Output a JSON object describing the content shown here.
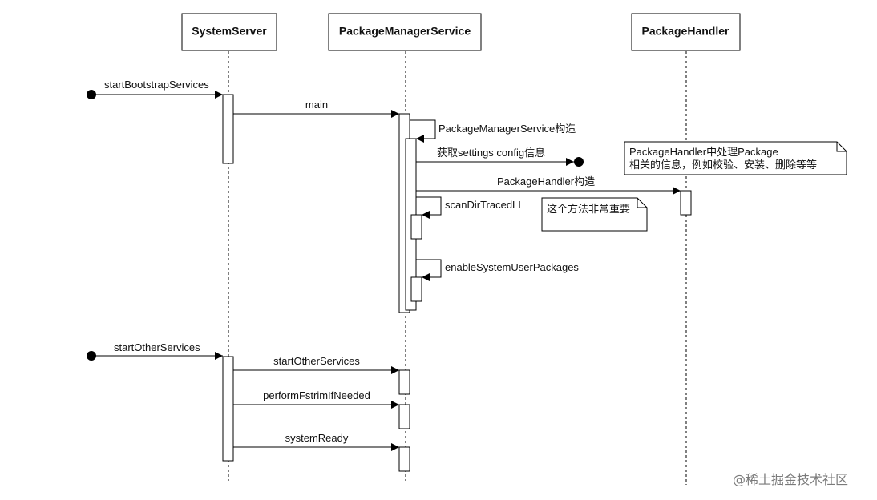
{
  "participants": {
    "system_server": "SystemServer",
    "package_manager_service": "PackageManagerService",
    "package_handler": "PackageHandler"
  },
  "messages": {
    "start_bootstrap_services": "startBootstrapServices",
    "main": "main",
    "pms_constructor": "PackageManagerService构造",
    "get_settings_config": "获取settings config信息",
    "package_handler_constructor": "PackageHandler构造",
    "scan_dir_traced": "scanDirTracedLI",
    "enable_system_user_packages": "enableSystemUserPackages",
    "start_other_services_entry": "startOtherServices",
    "start_other_services": "startOtherServices",
    "perform_fstrim": "performFstrimIfNeeded",
    "system_ready": "systemReady"
  },
  "notes": {
    "package_handler_note_line1": "PackageHandler中处理Package",
    "package_handler_note_line2": "相关的信息，例如校验、安装、删除等等",
    "scan_dir_note": "这个方法非常重要"
  },
  "watermark": "@稀土掘金技术社区",
  "colors": {
    "line": "#000000",
    "box_fill": "#ffffff",
    "text": "#111111",
    "watermark": "#7a7a7a"
  }
}
